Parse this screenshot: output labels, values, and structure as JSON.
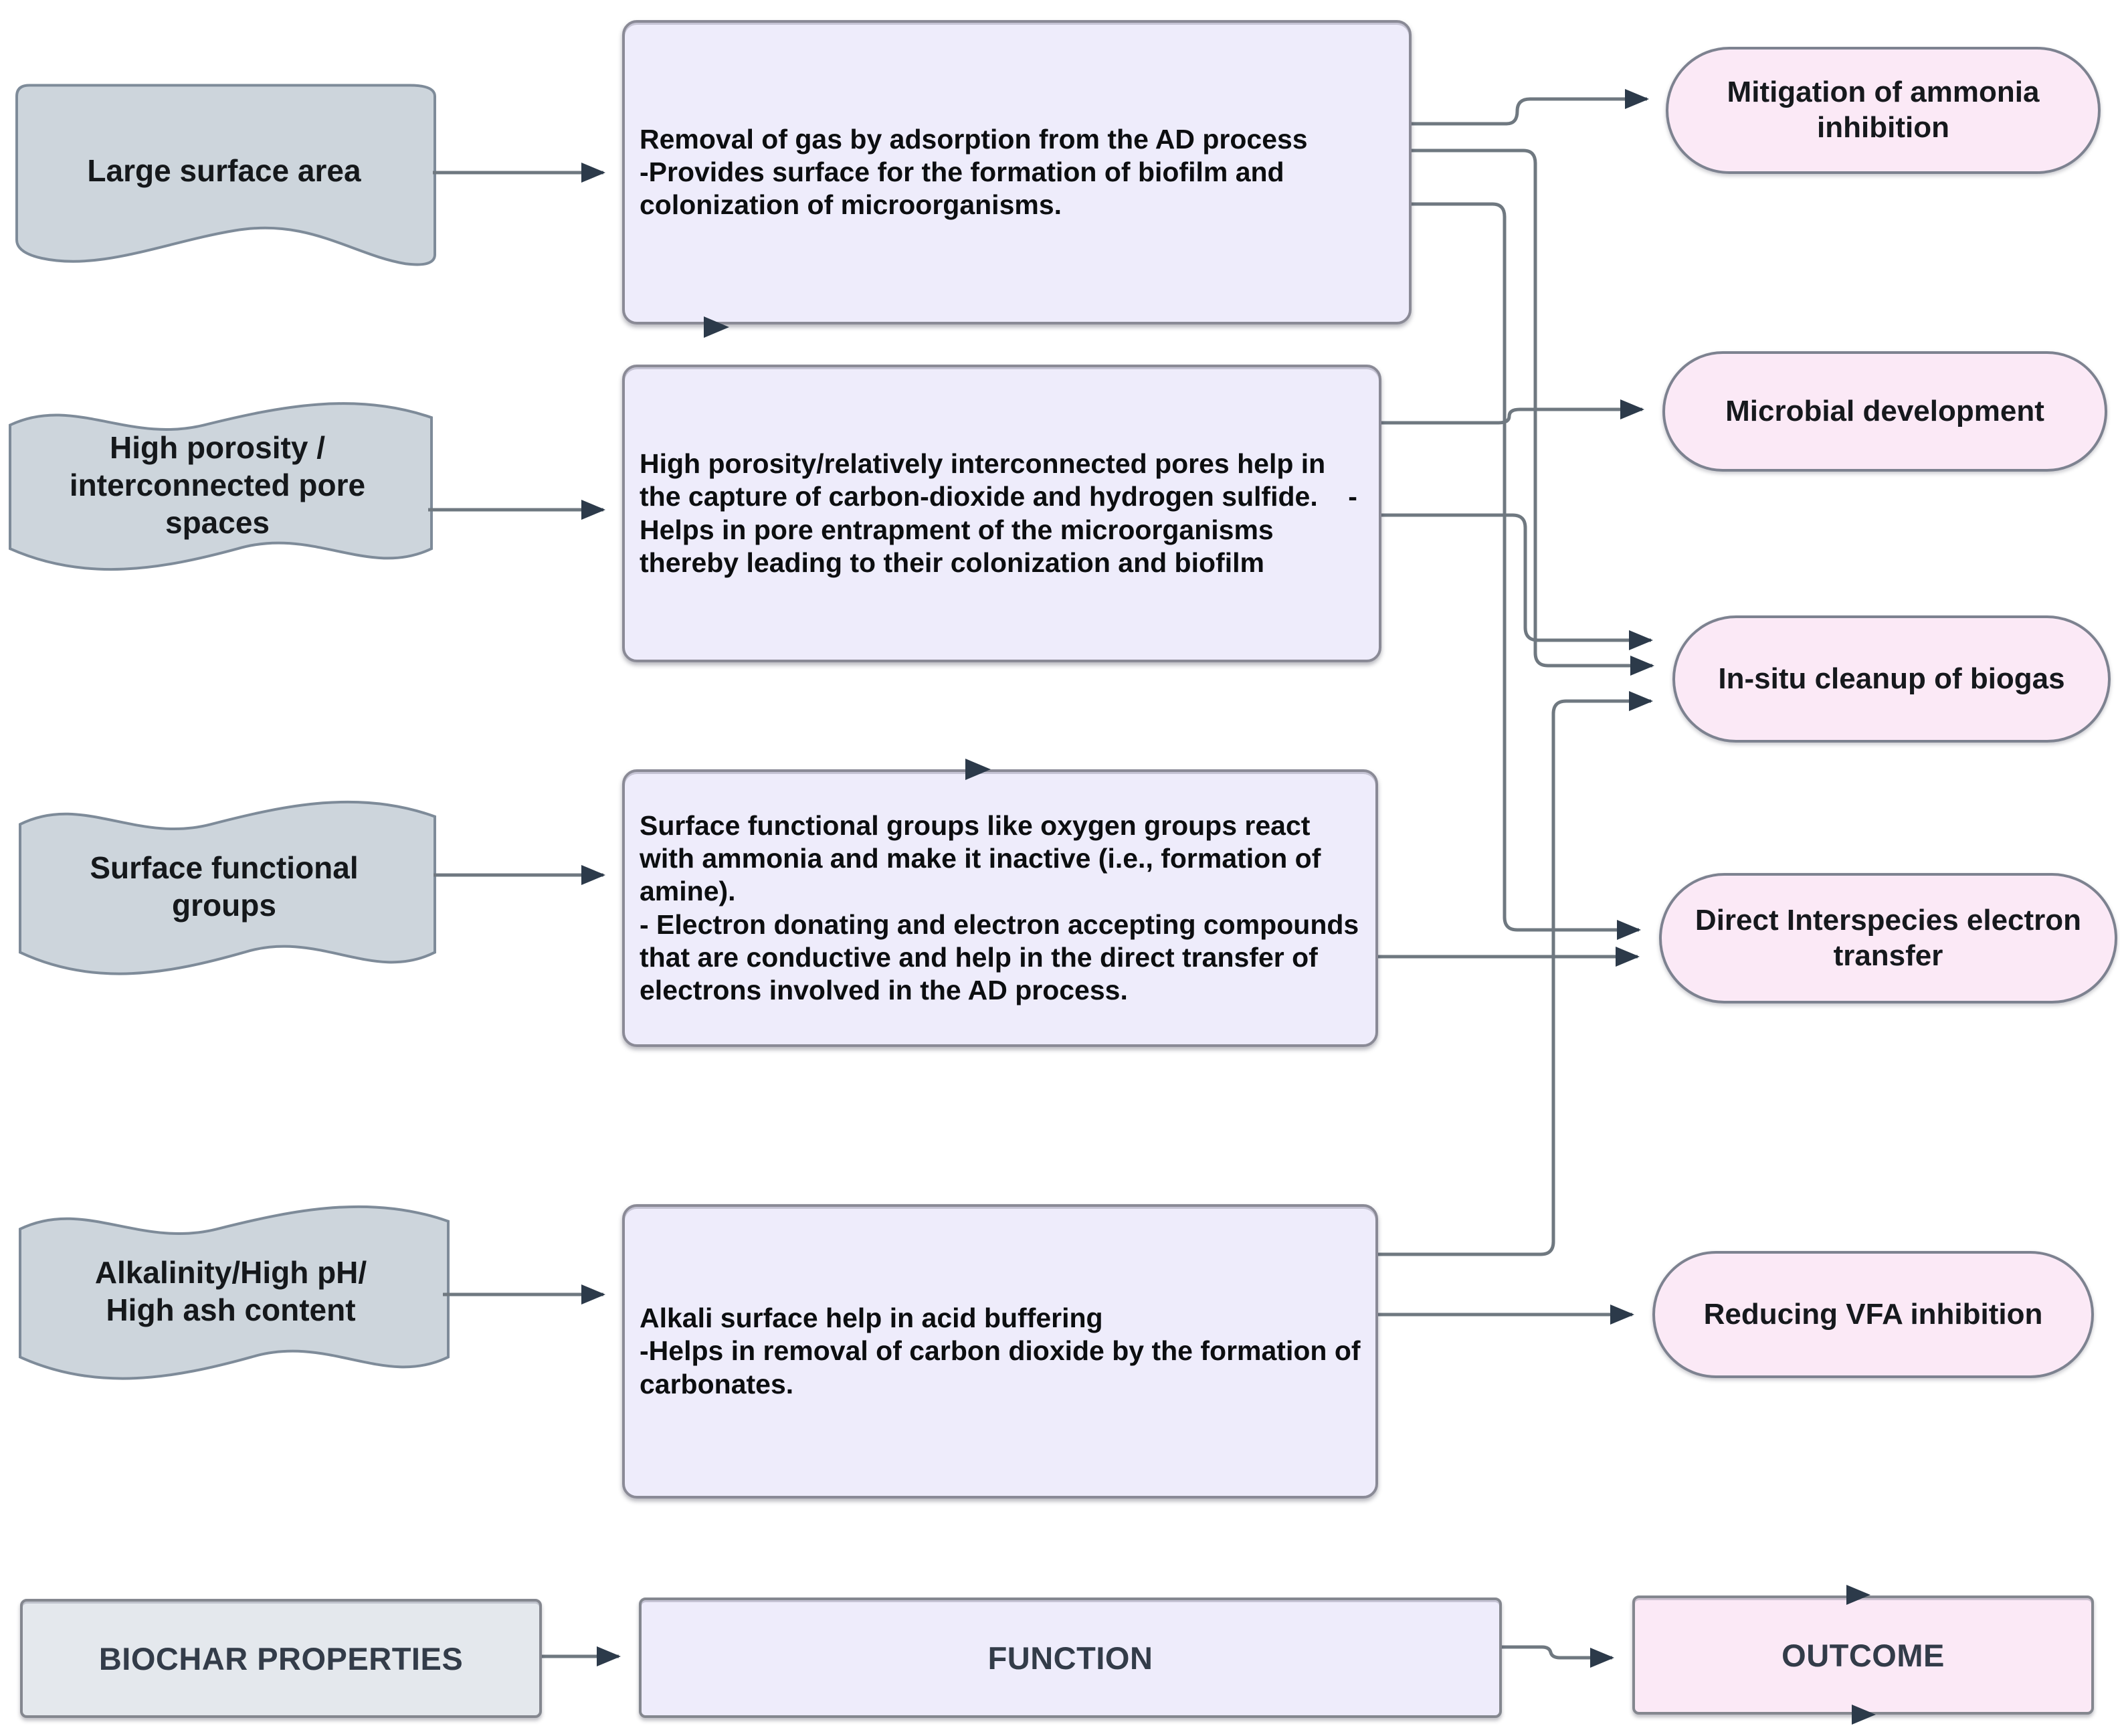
{
  "properties": [
    {
      "label": "Large surface area"
    },
    {
      "label": "High porosity /\ninterconnected pore\nspaces"
    },
    {
      "label": "Surface functional\ngroups"
    },
    {
      "label": "Alkalinity/High pH/\nHigh ash content"
    }
  ],
  "functions": [
    {
      "text": "Removal of gas by adsorption from the AD process\n-Provides surface for the formation of biofilm and colonization of microorganisms."
    },
    {
      "text": "High porosity/relatively interconnected pores help in the capture of carbon-dioxide and hydrogen sulfide.    -Helps in pore entrapment of the microorganisms thereby leading to their colonization and biofilm"
    },
    {
      "text": "Surface functional groups like oxygen groups react with ammonia and make it inactive (i.e., formation of amine).\n- Electron donating and electron accepting compounds that are conductive and help in the direct transfer of electrons involved in the AD process."
    },
    {
      "text": "Alkali surface help in acid buffering\n-Helps in removal of carbon dioxide by the formation of carbonates."
    }
  ],
  "outcomes": [
    {
      "label": "Mitigation of ammonia\ninhibition"
    },
    {
      "label": "Microbial development"
    },
    {
      "label": "In-situ cleanup of biogas"
    },
    {
      "label": "Direct Interspecies electron\ntransfer"
    },
    {
      "label": "Reducing VFA inhibition"
    }
  ],
  "legend": {
    "properties": "BIOCHAR PROPERTIES",
    "function": "FUNCTION",
    "outcome": "OUTCOME"
  },
  "colors": {
    "property_fill": "#cdd5dc",
    "property_stroke": "#7e8b99",
    "function_fill": "#eeecfb",
    "function_stroke": "#8a8a96",
    "outcome_fill": "#fbe9f6",
    "outcome_stroke": "#7d8290",
    "legend_property_fill": "#e4e8ed",
    "wire": "#6f7880",
    "arrowhead": "#2c3a4a"
  }
}
